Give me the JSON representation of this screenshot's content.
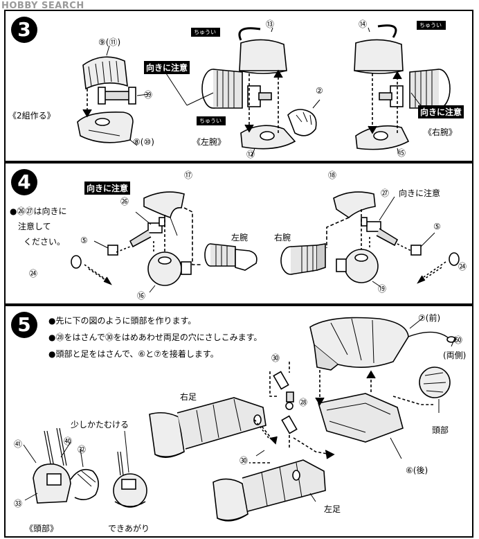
{
  "watermark": "HOBBY SEARCH",
  "step3": {
    "number": "3",
    "labels": {
      "p9_11": "⑨(⑪)",
      "p39": "㊴",
      "p8_10": "⑧(⑩)",
      "two_sets": "《2組作る》",
      "p13": "⑬",
      "p2": "②",
      "p12": "⑫",
      "left_arm": "《左腕》",
      "p14": "⑭",
      "p15": "⑮",
      "right_arm": "《右腕》"
    },
    "warning": "向きに注意",
    "caution": "ちゅうい"
  },
  "step4": {
    "number": "4",
    "note_lines": [
      "●㉖㉗は向きに",
      "注意して",
      "ください。"
    ],
    "warning": "向きに注意",
    "warning_right": "向きに注意",
    "labels": {
      "p17": "⑰",
      "p26": "㉖",
      "p5a": "⑤",
      "p24a": "㉔",
      "p16": "⑯",
      "left_arm": "左腕",
      "right_arm": "右腕",
      "p18": "⑱",
      "p27": "㉗",
      "p5b": "⑤",
      "p24b": "㉔",
      "p19": "⑲"
    }
  },
  "step5": {
    "number": "5",
    "instructions": [
      "●先に下の図のように頭部を作ります。",
      "●㉘をはさんで㉚をはめあわせ両足の穴にさしこみます。",
      "●頭部と足をはさんで、⑥と⑦を接着します。"
    ],
    "labels": {
      "p7": "⑦(前)",
      "p50": "㊿",
      "both_sides": "(両側)",
      "head_r": "頭部",
      "p6": "⑥(後)",
      "p30a": "㉚",
      "p28": "㉘",
      "p30b": "㉚",
      "right_leg": "右足",
      "left_leg": "左足",
      "bend": "少しかたむける",
      "p41": "㊶",
      "p40": "㊵",
      "p32": "㉜",
      "p33": "㉝",
      "head_l": "《頭部》",
      "done": "できあがり"
    }
  }
}
